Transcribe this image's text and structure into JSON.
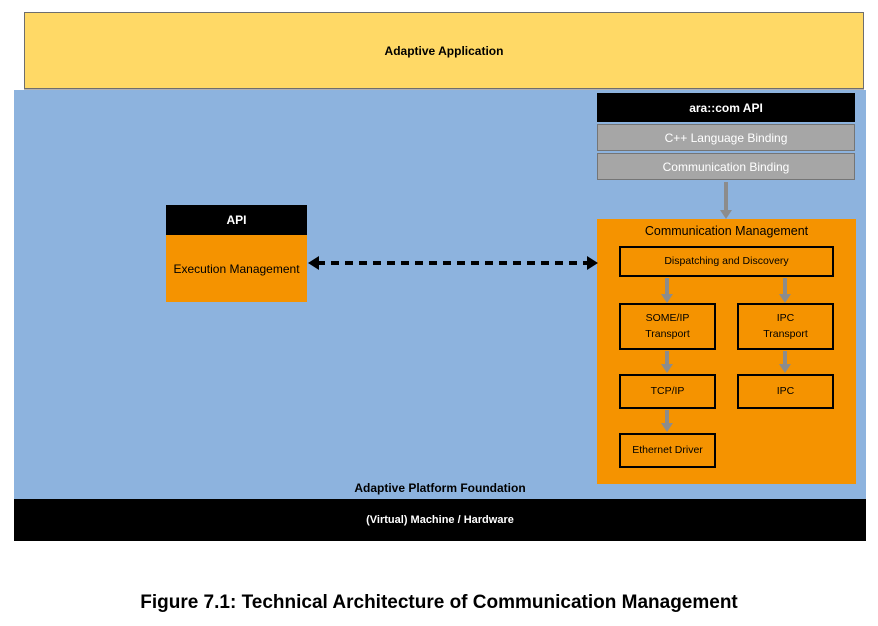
{
  "colors": {
    "yellow": "#FFD966",
    "blue": "#8DB3DE",
    "orange": "#F59300",
    "gray_bar": "#A6A6A6",
    "arrow_gray": "#8C8C8C",
    "black": "#000000"
  },
  "application": {
    "label": "Adaptive Application"
  },
  "platform": {
    "label": "Adaptive Platform Foundation"
  },
  "hardware": {
    "label": "(Virtual) Machine / Hardware"
  },
  "ara_stack": {
    "header": "ara::com API",
    "layers": [
      {
        "label": "C++ Language Binding"
      },
      {
        "label": "Communication Binding"
      }
    ]
  },
  "execution": {
    "header": "API",
    "label": "Execution Management"
  },
  "comm": {
    "title": "Communication Management",
    "dispatching": "Dispatching and Discovery",
    "someip_transport": "SOME/IP\nTransport",
    "ipc_transport": "IPC\nTransport",
    "tcpip": "TCP/IP",
    "ipc": "IPC",
    "ethernet_driver": "Ethernet Driver"
  },
  "caption": "Figure 7.1: Technical Architecture of Communication Management"
}
